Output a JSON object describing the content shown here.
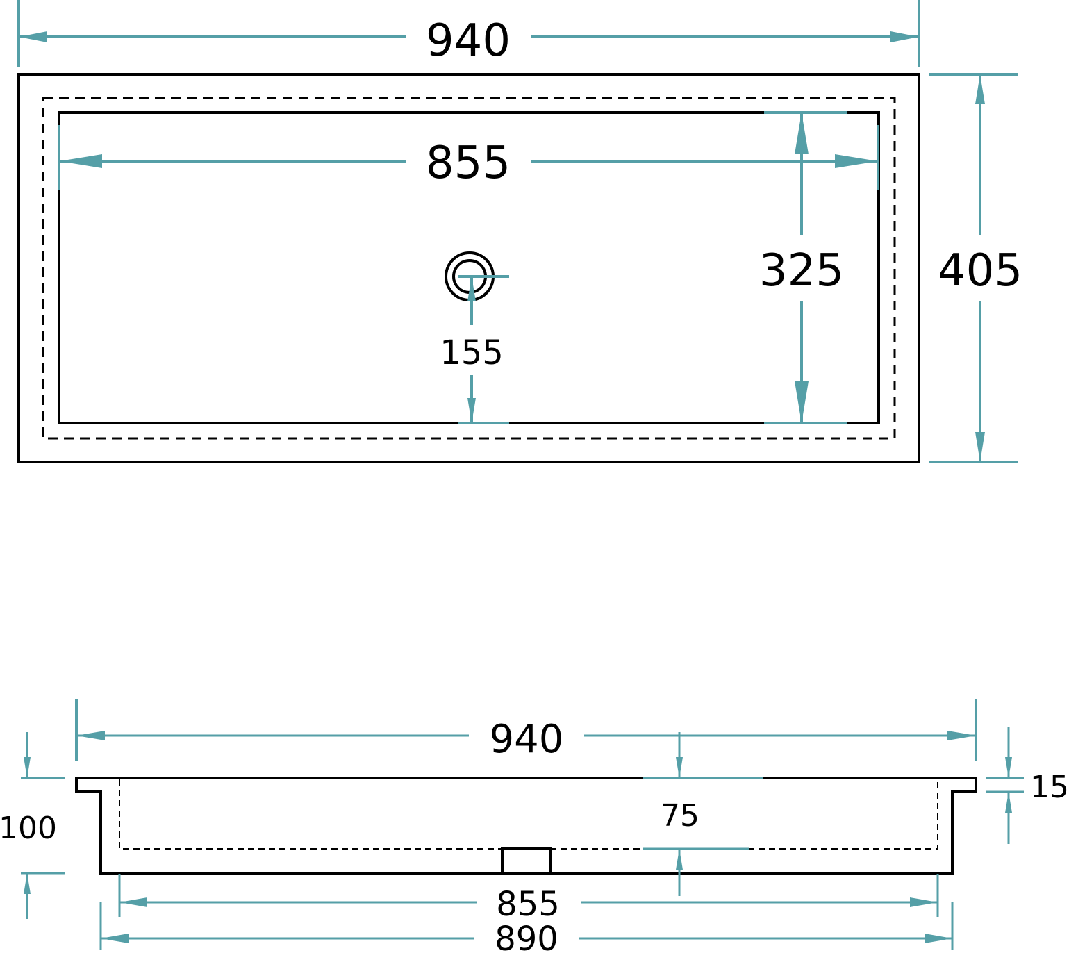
{
  "colors": {
    "dimension": "#559fa7",
    "outline": "#000000",
    "background": "#ffffff"
  },
  "top_view": {
    "overall_width": "940",
    "inner_width": "855",
    "inner_depth": "325",
    "overall_depth": "405",
    "drain_offset": "155"
  },
  "side_view": {
    "overall_width": "940",
    "overall_height": "100",
    "rim_thickness": "15",
    "basin_depth": "75",
    "inner_width": "855",
    "body_width": "890"
  }
}
